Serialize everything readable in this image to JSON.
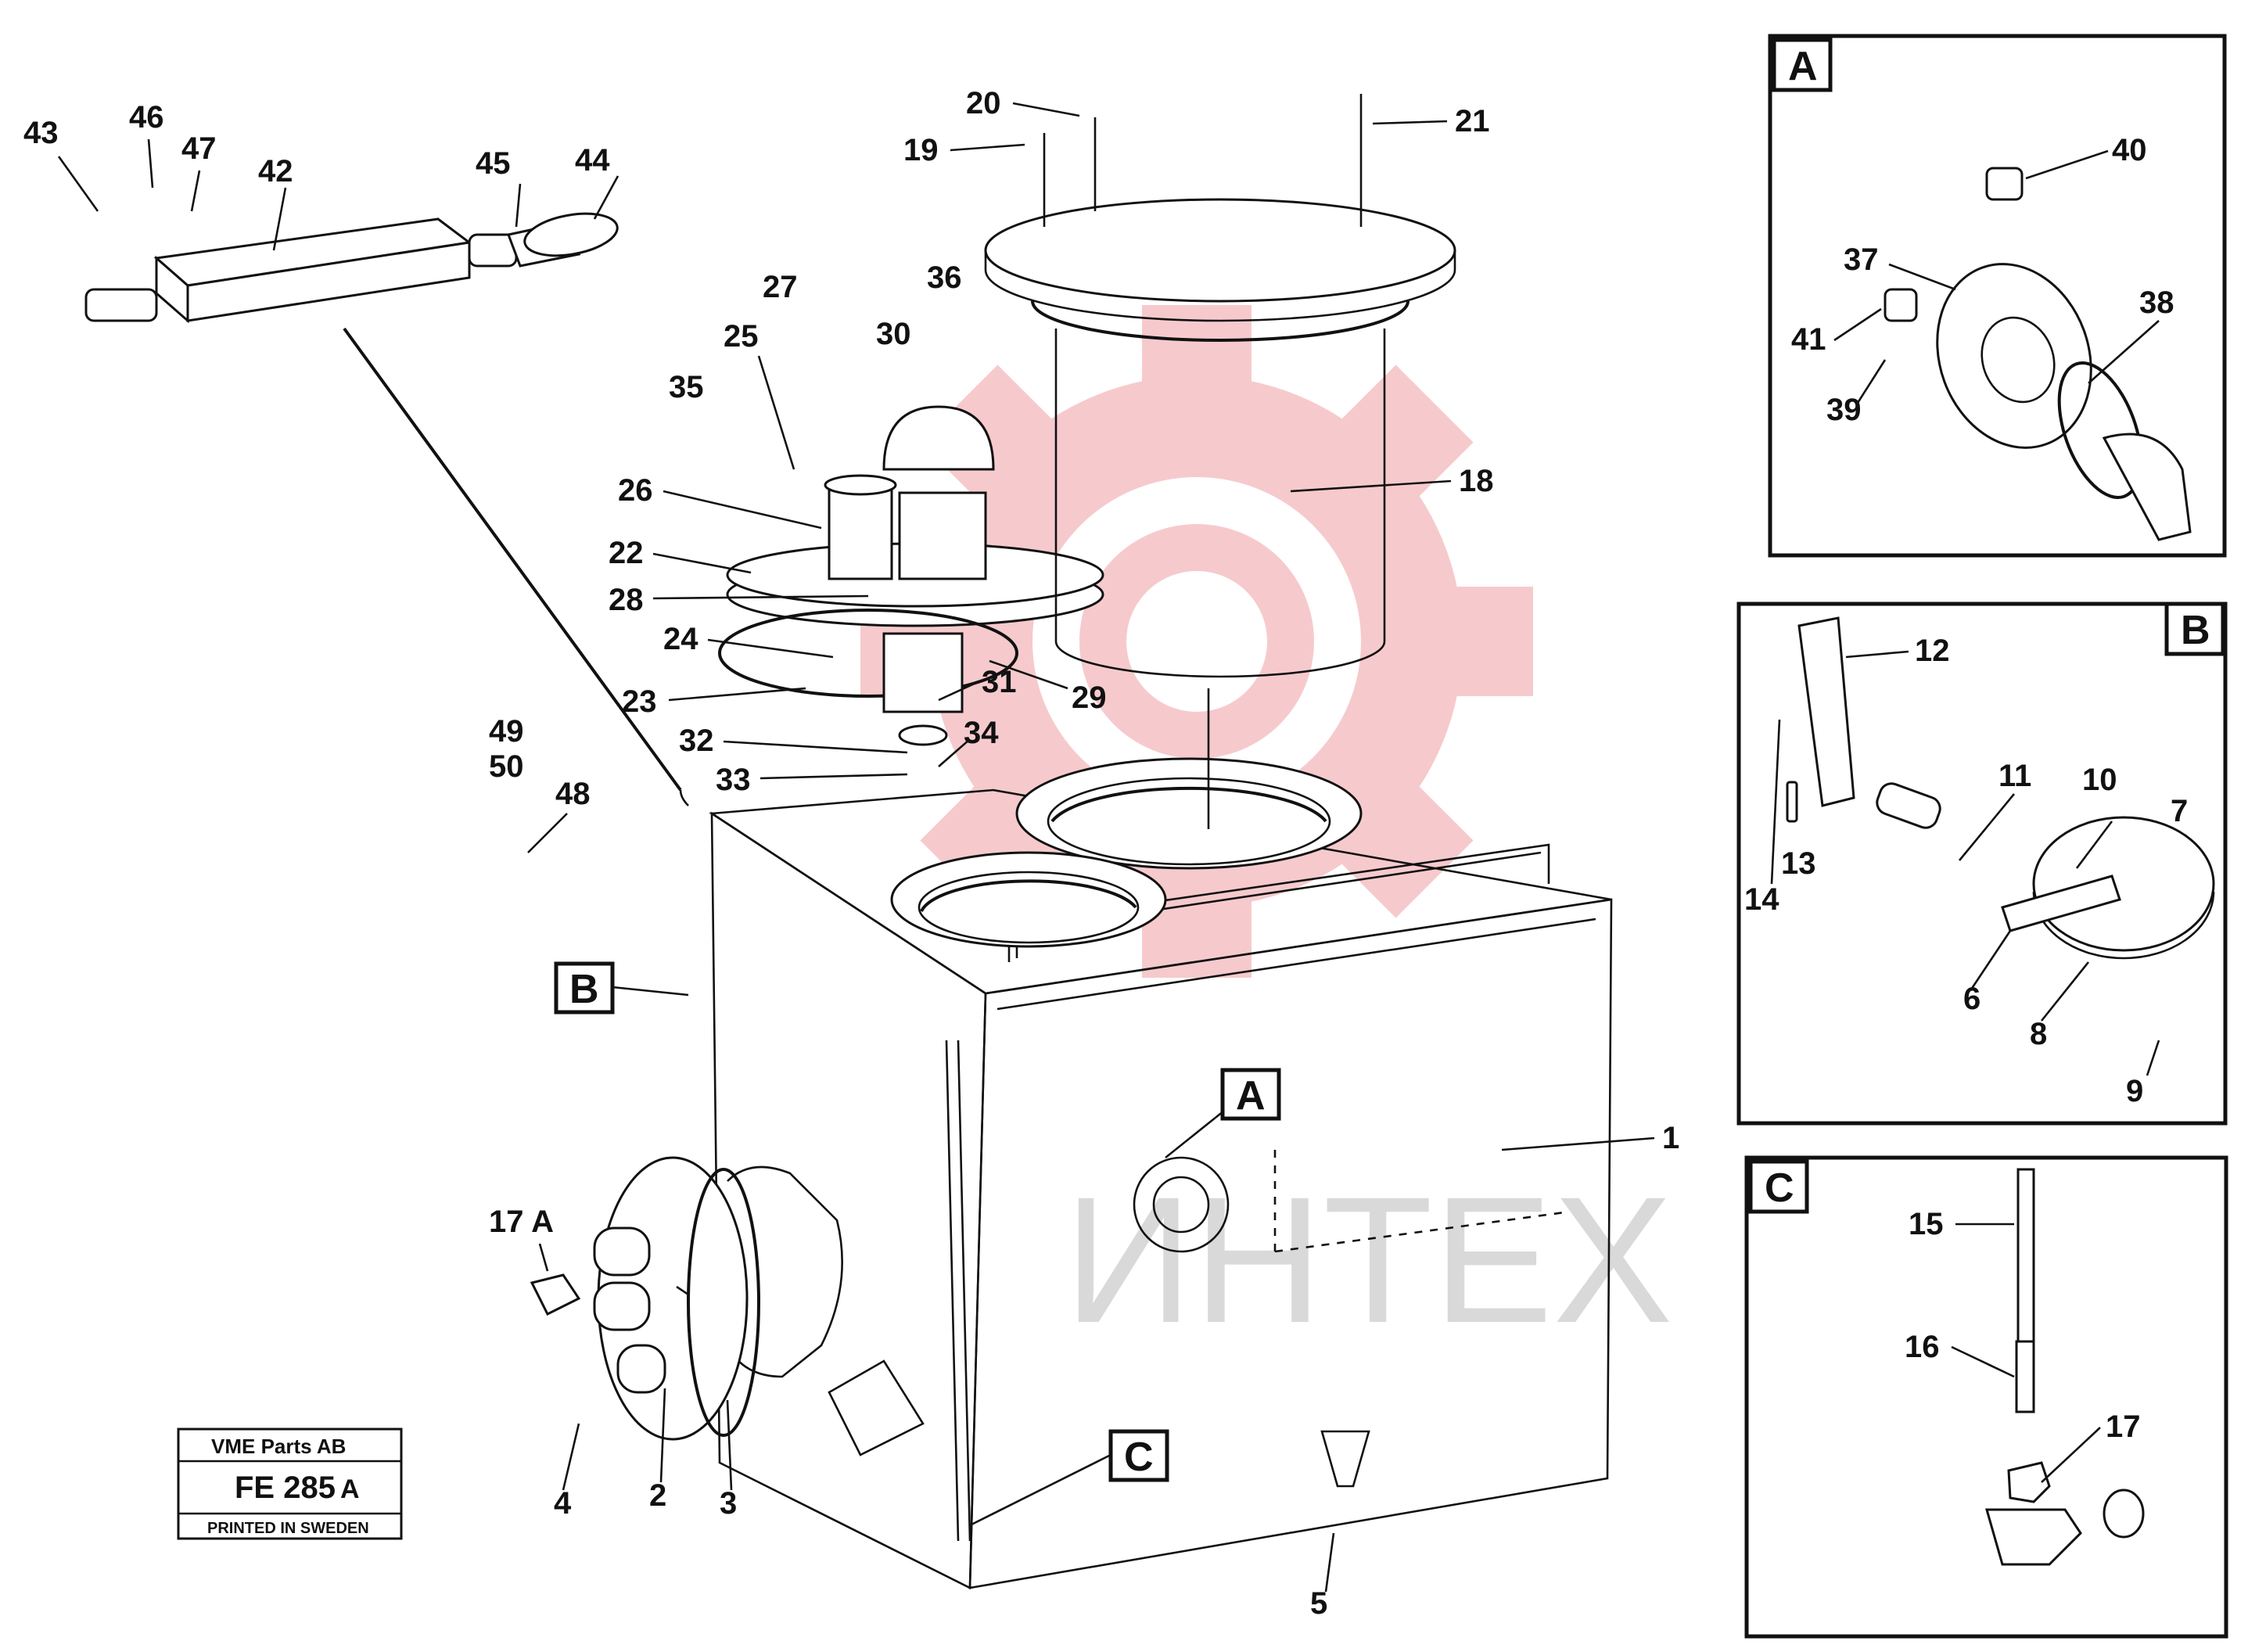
{
  "watermark": {
    "text": "ИНТЕХ",
    "gear_color": "#f6c5c8",
    "text_color": "#d9d9d9"
  },
  "stamp": {
    "company": "VME Parts AB",
    "code": "FE 285",
    "suffix": "A",
    "printed": "PRINTED IN SWEDEN"
  },
  "detail_boxes": {
    "a": "A",
    "b": "B",
    "c": "C"
  },
  "callouts": {
    "a": "A",
    "b": "B",
    "c": "C"
  },
  "labels": {
    "p1": "1",
    "p2": "2",
    "p3": "3",
    "p4": "4",
    "p5": "5",
    "p17a": "17 A",
    "p18": "18",
    "p19": "19",
    "p20": "20",
    "p21": "21",
    "p22": "22",
    "p23": "23",
    "p24": "24",
    "p25": "25",
    "p26": "26",
    "p27": "27",
    "p28": "28",
    "p29": "29",
    "p30": "30",
    "p31": "31",
    "p32": "32",
    "p33": "33",
    "p34": "34",
    "p35": "35",
    "p36": "36",
    "p42": "42",
    "p43": "43",
    "p44": "44",
    "p45": "45",
    "p46": "46",
    "p47": "47",
    "p48": "48",
    "p49": "49",
    "p50": "50",
    "a37": "37",
    "a38": "38",
    "a39": "39",
    "a40": "40",
    "a41": "41",
    "b6": "6",
    "b7": "7",
    "b8": "8",
    "b9": "9",
    "b10": "10",
    "b11": "11",
    "b12": "12",
    "b13": "13",
    "b14": "14",
    "c15": "15",
    "c16": "16",
    "c17": "17"
  }
}
